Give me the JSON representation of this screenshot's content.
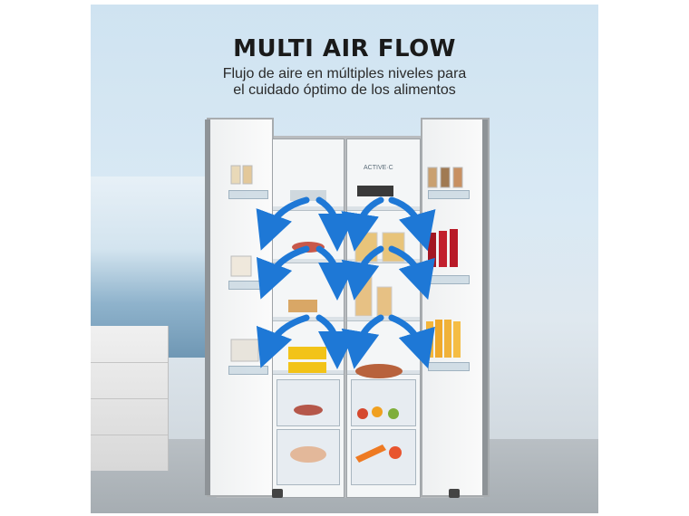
{
  "headline": {
    "title": "MULTI AIR FLOW",
    "subtitle_line1": "Flujo de aire en múltiples niveles para",
    "subtitle_line2": "el cuidado óptimo de los alimentos"
  },
  "fridge": {
    "display_label": "ACTIVE·C",
    "arrow_color": "#1e78d6"
  },
  "colors": {
    "sky": "#d9e9f4",
    "fridge_steel": "#b9bcbf",
    "interior": "#f4f6f7"
  }
}
